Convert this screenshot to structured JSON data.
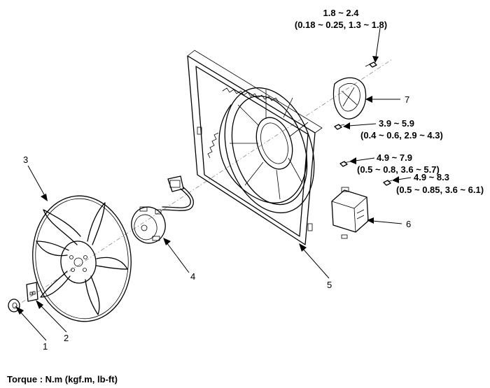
{
  "diagram": {
    "torque_note": "Torque : N.m (kgf.m, lb-ft)",
    "callouts": [
      {
        "id": "1",
        "label": "1"
      },
      {
        "id": "2",
        "label": "2"
      },
      {
        "id": "3",
        "label": "3"
      },
      {
        "id": "4",
        "label": "4"
      },
      {
        "id": "5",
        "label": "5"
      },
      {
        "id": "6",
        "label": "6"
      },
      {
        "id": "7",
        "label": "7"
      }
    ],
    "torque_specs": [
      {
        "value": "1.8 ~ 2.4",
        "converted": "(0.18 ~ 0.25, 1.3 ~ 1.8)"
      },
      {
        "value": "3.9 ~ 5.9",
        "converted": "(0.4 ~ 0.6, 2.9 ~ 4.3)"
      },
      {
        "value": "4.9 ~ 7.9",
        "converted": "(0.5 ~ 0.8, 3.6 ~ 5.7)"
      },
      {
        "value": "4.9 ~ 8.3",
        "converted": "(0.5 ~ 0.85, 3.6 ~ 6.1)"
      }
    ]
  }
}
